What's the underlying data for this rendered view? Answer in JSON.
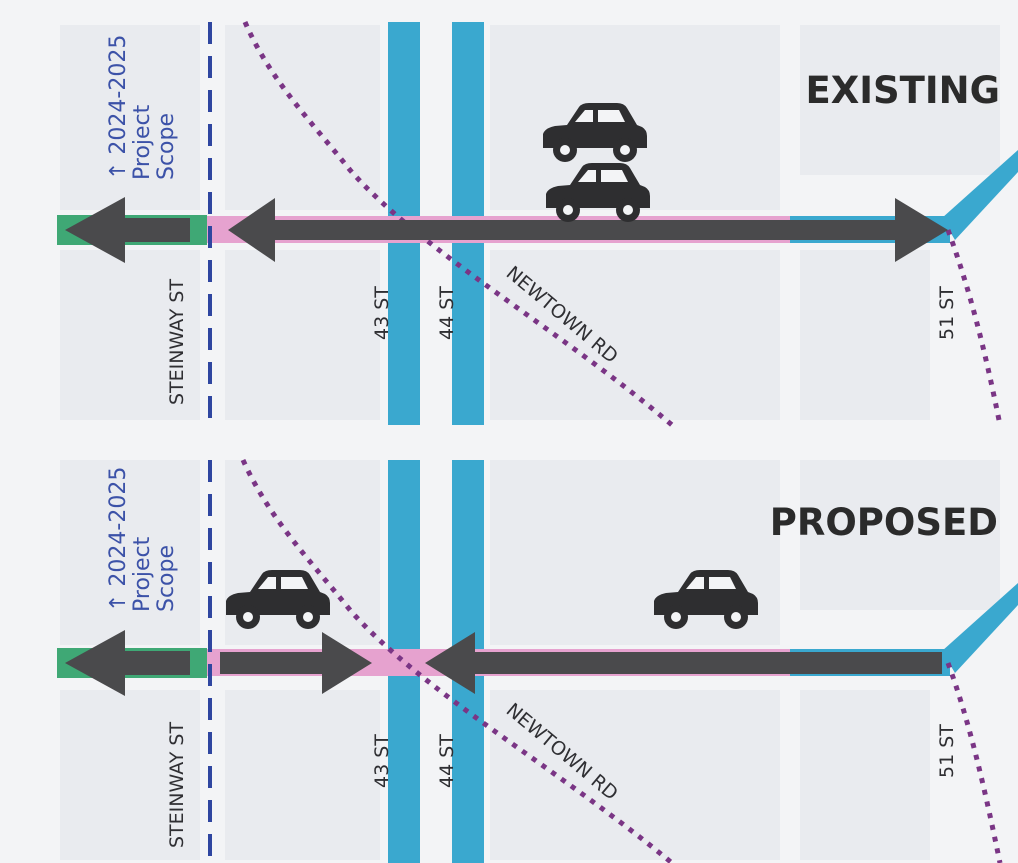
{
  "colors": {
    "background": "#f3f4f6",
    "block": "#e9ebef",
    "avenue": "#3aa8cf",
    "arrow": "#4a4a4c",
    "pink_segment": "#e6a2cf",
    "green_segment": "#3fa875",
    "scope_line": "#2f46a0",
    "newtown_dots": "#7a3585",
    "car": "#2e2e30"
  },
  "existing": {
    "title": "EXISTING",
    "scope_label": "↑ 2024-2025\nProject\nScope",
    "streets": {
      "steinway": "STEINWAY ST",
      "st43": "43 ST",
      "st44": "44 ST",
      "newtown": "NEWTOWN RD",
      "st51": "51 ST"
    },
    "car_count": 2,
    "traffic": "two-way"
  },
  "proposed": {
    "title": "PROPOSED",
    "scope_label": "↑ 2024-2025\nProject\nScope",
    "streets": {
      "steinway": "STEINWAY ST",
      "st43": "43 ST",
      "st44": "44 ST",
      "newtown": "NEWTOWN RD",
      "st51": "51 ST"
    },
    "car_count": 2,
    "traffic": "split"
  }
}
